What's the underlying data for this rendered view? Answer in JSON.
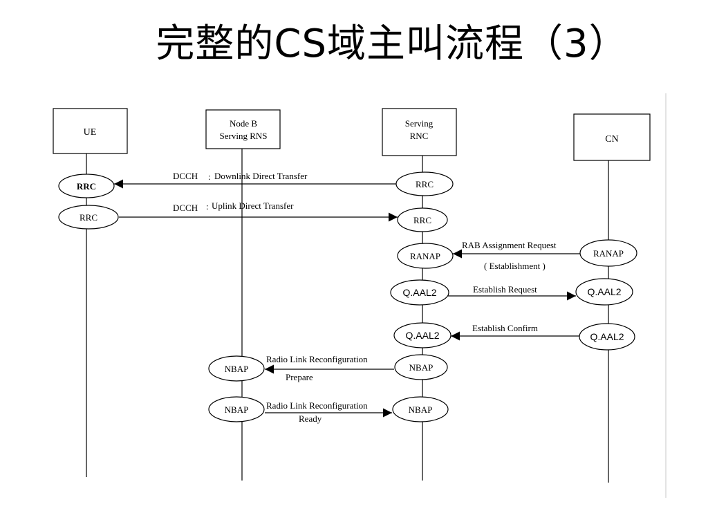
{
  "title": "完整的CS域主叫流程（3）",
  "nodes": [
    {
      "id": "ue",
      "lines": [
        "UE"
      ]
    },
    {
      "id": "nodeb",
      "lines": [
        "Node B",
        "Serving RNS"
      ]
    },
    {
      "id": "rnc",
      "lines": [
        "Serving",
        "RNC"
      ]
    },
    {
      "id": "cn",
      "lines": [
        "CN"
      ]
    }
  ],
  "entities": {
    "rrc": "RRC",
    "ranap": "RANAP",
    "qaal2": "Q.AAL2",
    "nbap": "NBAP"
  },
  "messages": {
    "m1_channel": "DCCH",
    "m1_sep": ":",
    "m1_label": "Downlink  Direct Transfer",
    "m2_channel": "DCCH",
    "m2_sep": ":",
    "m2_label": "Uplink   Direct Transfer",
    "m3_label": "RAB Assignment Request",
    "m3_sub": "( Establishment )",
    "m4_label": "Establish Request",
    "m5_label": "Establish Confirm",
    "m6_line1": "Radio Link Reconfiguration",
    "m6_line2": "Prepare",
    "m7_line1": "Radio Link Reconfiguration",
    "m7_line2": "Ready"
  },
  "colors": {
    "line": "#000000",
    "edge": "#d9d9d9"
  }
}
